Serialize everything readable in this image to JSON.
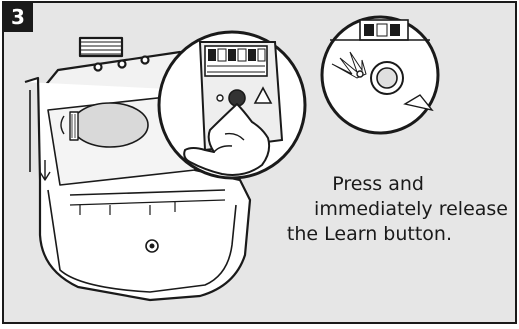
{
  "step": {
    "number": "3"
  },
  "instruction": {
    "line1": "Press and",
    "line2": "immediately release",
    "line3": "the Learn button."
  },
  "colors": {
    "panel_background": "#e6e6e6",
    "line_art": "#1a1a1a",
    "badge_background": "#1a1a1a",
    "badge_text": "#ffffff",
    "zoom_background": "#ffffff"
  },
  "icons": {
    "hand": "pointing-hand-icon",
    "light_bulb": "light-bulb-icon",
    "led": "led-indicator-icon",
    "learn_button": "learn-button-icon"
  }
}
